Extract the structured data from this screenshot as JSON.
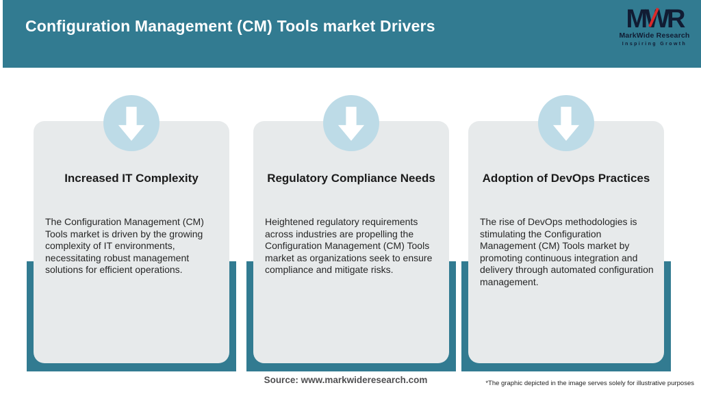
{
  "header": {
    "title": "Configuration Management (CM) Tools market Drivers",
    "background_color": "#327B91",
    "title_color": "#FFFFFF",
    "logo": {
      "acronym": "MWR",
      "name": "MarkWide Research",
      "tagline": "Inspiring Growth",
      "text_color": "#111C33",
      "accent_color": "#D92B2B"
    }
  },
  "cards": [
    {
      "icon": "down-arrow-icon",
      "title": "Increased IT Complexity",
      "description": "The Configuration Management (CM) Tools market is driven by the growing complexity of IT environments, necessitating robust management solutions for efficient operations."
    },
    {
      "icon": "down-arrow-icon",
      "title": "Regulatory Compliance Needs",
      "description": "Heightened regulatory requirements across industries are propelling the Configuration Management (CM) Tools market as organizations seek to ensure compliance and mitigate risks."
    },
    {
      "icon": "down-arrow-icon",
      "title": "Adoption of DevOps Practices",
      "description": "The rise of DevOps methodologies is stimulating the Configuration Management (CM) Tools market by promoting continuous integration and delivery through automated configuration management."
    }
  ],
  "footer": {
    "source": "Source: www.markwideresearch.com",
    "disclaimer": "*The graphic depicted in the image serves solely for illustrative purposes"
  },
  "colors": {
    "teal": "#327B91",
    "card_background": "#E7EAEB",
    "circle_blue": "#BDDBE7",
    "body_text": "#262626",
    "source_text": "#4F4F51"
  }
}
